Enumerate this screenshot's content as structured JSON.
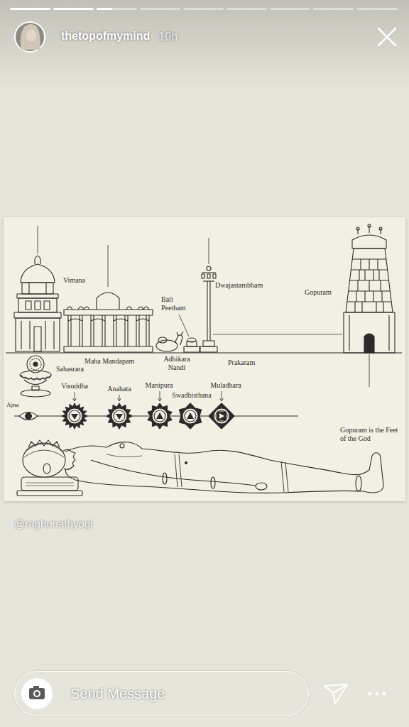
{
  "diagram": {
    "nodes": [
      {
        "text": [
          "Send Message"
        ]
      }
    ],
    "labels": [
      "thetopofmymind",
      "10h",
      "Vimana",
      "Bali Peetham",
      "Dwajastambham",
      "Gopuram",
      "Maha Mandapam",
      "Adhikara Nandi",
      "Prakaram",
      "Sahasrara",
      "Ajna",
      "Visuddha",
      "Anahata",
      "Manipura",
      "Swadhisthana",
      "Muladhara",
      "Gopuram is the Feet of the God",
      "@raghunathyogi"
    ]
  }
}
